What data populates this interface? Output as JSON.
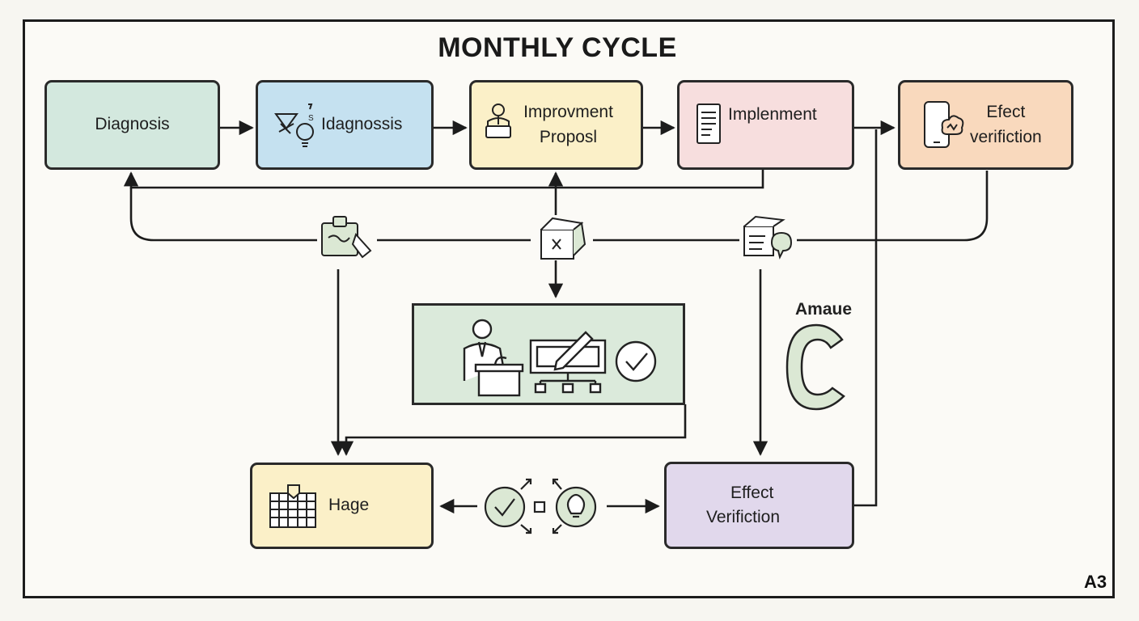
{
  "title": "MONTHLY CYCLE",
  "corner_label": "A3",
  "side_label": "Amaue",
  "side_letter": "C",
  "nodes": {
    "diagnosis": "Diagnosis",
    "idagnosis": "Idagnossis",
    "proposal_line1": "Improvment",
    "proposal_line2": "Proposl",
    "implement": "Implenment",
    "effect_top_line1": "Efect",
    "effect_top_line2": "verifiction",
    "hage": "Hage",
    "effect_bottom_line1": "Effect",
    "effect_bottom_line2": "Verifiction"
  },
  "colors": {
    "diagnosis": "#d3e8de",
    "idagnosis": "#c5e1f0",
    "proposal": "#fbf0c8",
    "implement": "#f7dede",
    "effect_top": "#f9d9bd",
    "center": "#dbeadb",
    "hage": "#fbf0c8",
    "effect_bottom": "#e1d8ec",
    "icon_fill": "#dbe8d4"
  }
}
